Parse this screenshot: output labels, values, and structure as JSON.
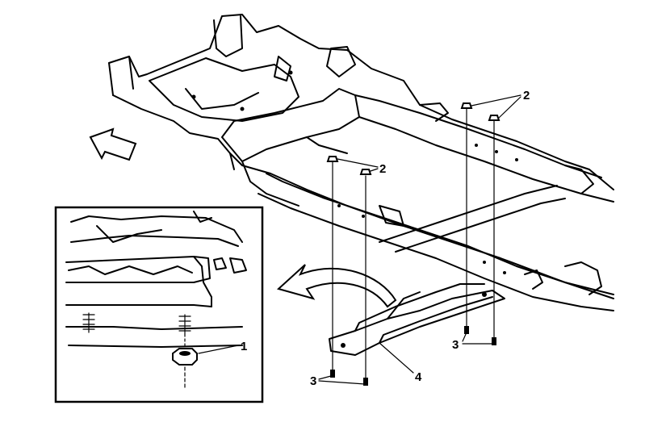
{
  "diagram": {
    "callouts": {
      "label_1": "1",
      "label_2_upper": "2",
      "label_2_lower": "2",
      "label_3_right": "3",
      "label_3_left": "3",
      "label_4": "4"
    }
  }
}
